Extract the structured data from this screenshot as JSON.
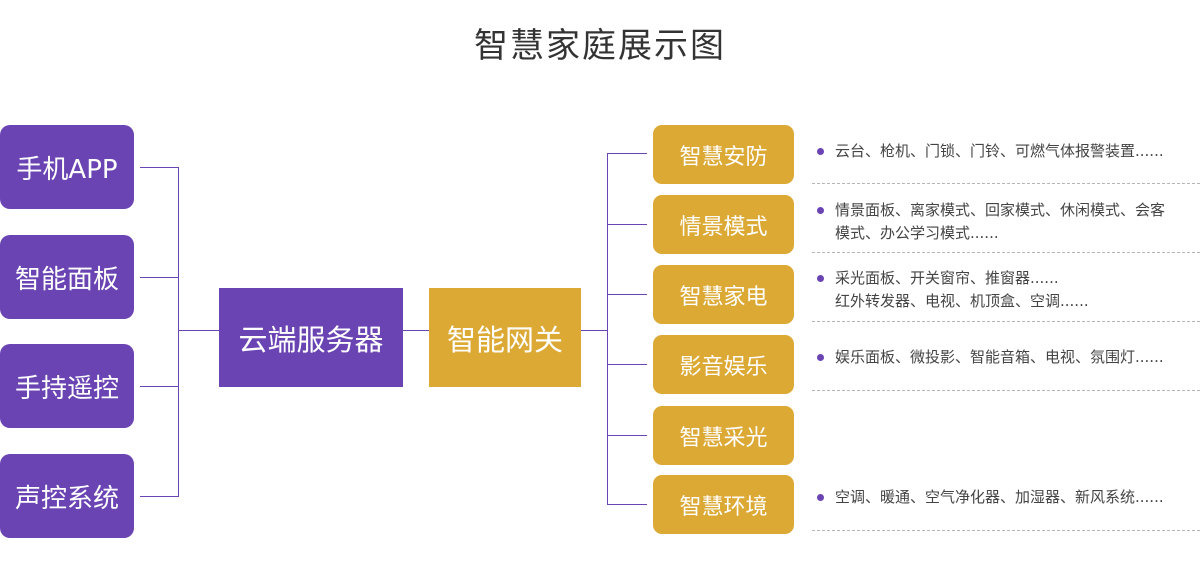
{
  "title": "智慧家庭展示图",
  "colors": {
    "purple": "#6a44b3",
    "gold": "#dca935",
    "line_left": "#6a44b3",
    "line_right": "#6a44b3",
    "bullet": "#6a44b3"
  },
  "left_nodes": [
    {
      "label": "手机APP"
    },
    {
      "label": "智能面板"
    },
    {
      "label": "手持遥控"
    },
    {
      "label": "声控系统"
    }
  ],
  "server": {
    "label": "云端服务器"
  },
  "gateway": {
    "label": "智能网关"
  },
  "right_nodes": [
    {
      "label": "智慧安防",
      "desc": [
        "云台、枪机、门锁、门铃、可燃气体报警装置......"
      ]
    },
    {
      "label": "情景模式",
      "desc": [
        "情景面板、离家模式、回家模式、休闲模式、会客模式、办公学习模式......"
      ]
    },
    {
      "label": "智慧家电",
      "desc": [
        "采光面板、开关窗帘、推窗器......",
        "红外转发器、电视、机顶盒、空调......"
      ]
    },
    {
      "label": "影音娱乐",
      "desc": [
        "娱乐面板、微投影、智能音箱、电视、氛围灯......"
      ]
    },
    {
      "label": "智慧采光",
      "desc": []
    },
    {
      "label": "智慧环境",
      "desc": [
        "空调、暖通、空气净化器、加湿器、新风系统......"
      ]
    }
  ]
}
